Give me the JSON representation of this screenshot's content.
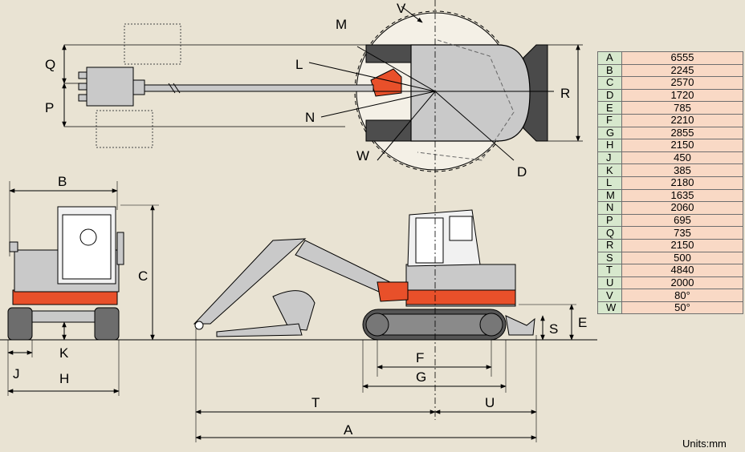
{
  "labels": {
    "A": "A",
    "B": "B",
    "C": "C",
    "D": "D",
    "E": "E",
    "F": "F",
    "G": "G",
    "H": "H",
    "J": "J",
    "K": "K",
    "L": "L",
    "M": "M",
    "N": "N",
    "P": "P",
    "Q": "Q",
    "R": "R",
    "S": "S",
    "T": "T",
    "U": "U",
    "V": "V",
    "W": "W"
  },
  "specs": [
    {
      "key": "A",
      "value": "6555"
    },
    {
      "key": "B",
      "value": "2245"
    },
    {
      "key": "C",
      "value": "2570"
    },
    {
      "key": "D",
      "value": "1720"
    },
    {
      "key": "E",
      "value": "785"
    },
    {
      "key": "F",
      "value": "2210"
    },
    {
      "key": "G",
      "value": "2855"
    },
    {
      "key": "H",
      "value": "2150"
    },
    {
      "key": "J",
      "value": "450"
    },
    {
      "key": "K",
      "value": "385"
    },
    {
      "key": "L",
      "value": "2180"
    },
    {
      "key": "M",
      "value": "1635"
    },
    {
      "key": "N",
      "value": "2060"
    },
    {
      "key": "P",
      "value": "695"
    },
    {
      "key": "Q",
      "value": "735"
    },
    {
      "key": "R",
      "value": "2150"
    },
    {
      "key": "S",
      "value": "500"
    },
    {
      "key": "T",
      "value": "4840"
    },
    {
      "key": "U",
      "value": "2000"
    },
    {
      "key": "V",
      "value": "80°"
    },
    {
      "key": "W",
      "value": "50°"
    }
  ],
  "units": "Units:mm",
  "colors": {
    "background": "#e9e3d3",
    "machine_orange": "#e8502a",
    "machine_grey": "#c7c7c7",
    "dark": "#3a3a3a",
    "key_cell": "#d7e8cd",
    "value_cell": "#f9d9c5"
  }
}
